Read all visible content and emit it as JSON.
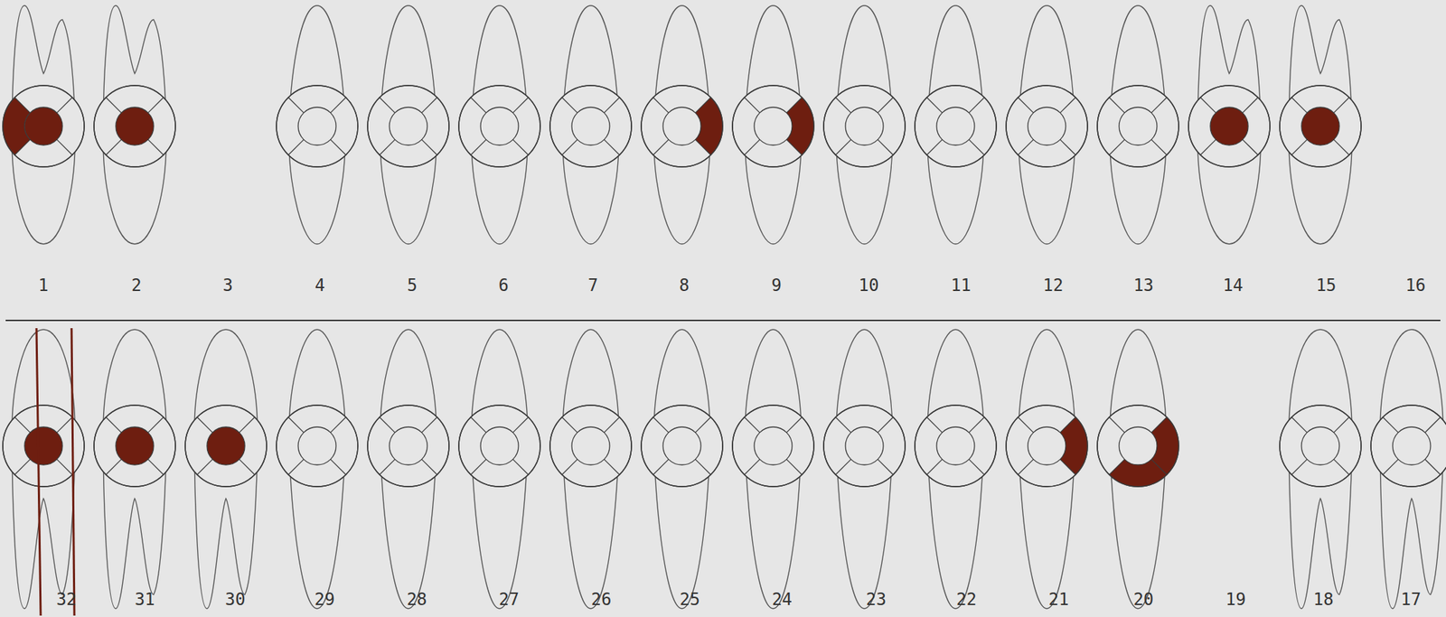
{
  "diagram": {
    "labels": [
      "1",
      "2",
      "3",
      "4",
      "5",
      "6",
      "7",
      "8",
      "9",
      "10",
      "11",
      "12",
      "13",
      "14",
      "15",
      "16",
      "32",
      "31",
      "30",
      "29",
      "28",
      "27",
      "26",
      "25",
      "24",
      "23",
      "22",
      "21",
      "20",
      "19",
      "18",
      "17"
    ]
  }
}
